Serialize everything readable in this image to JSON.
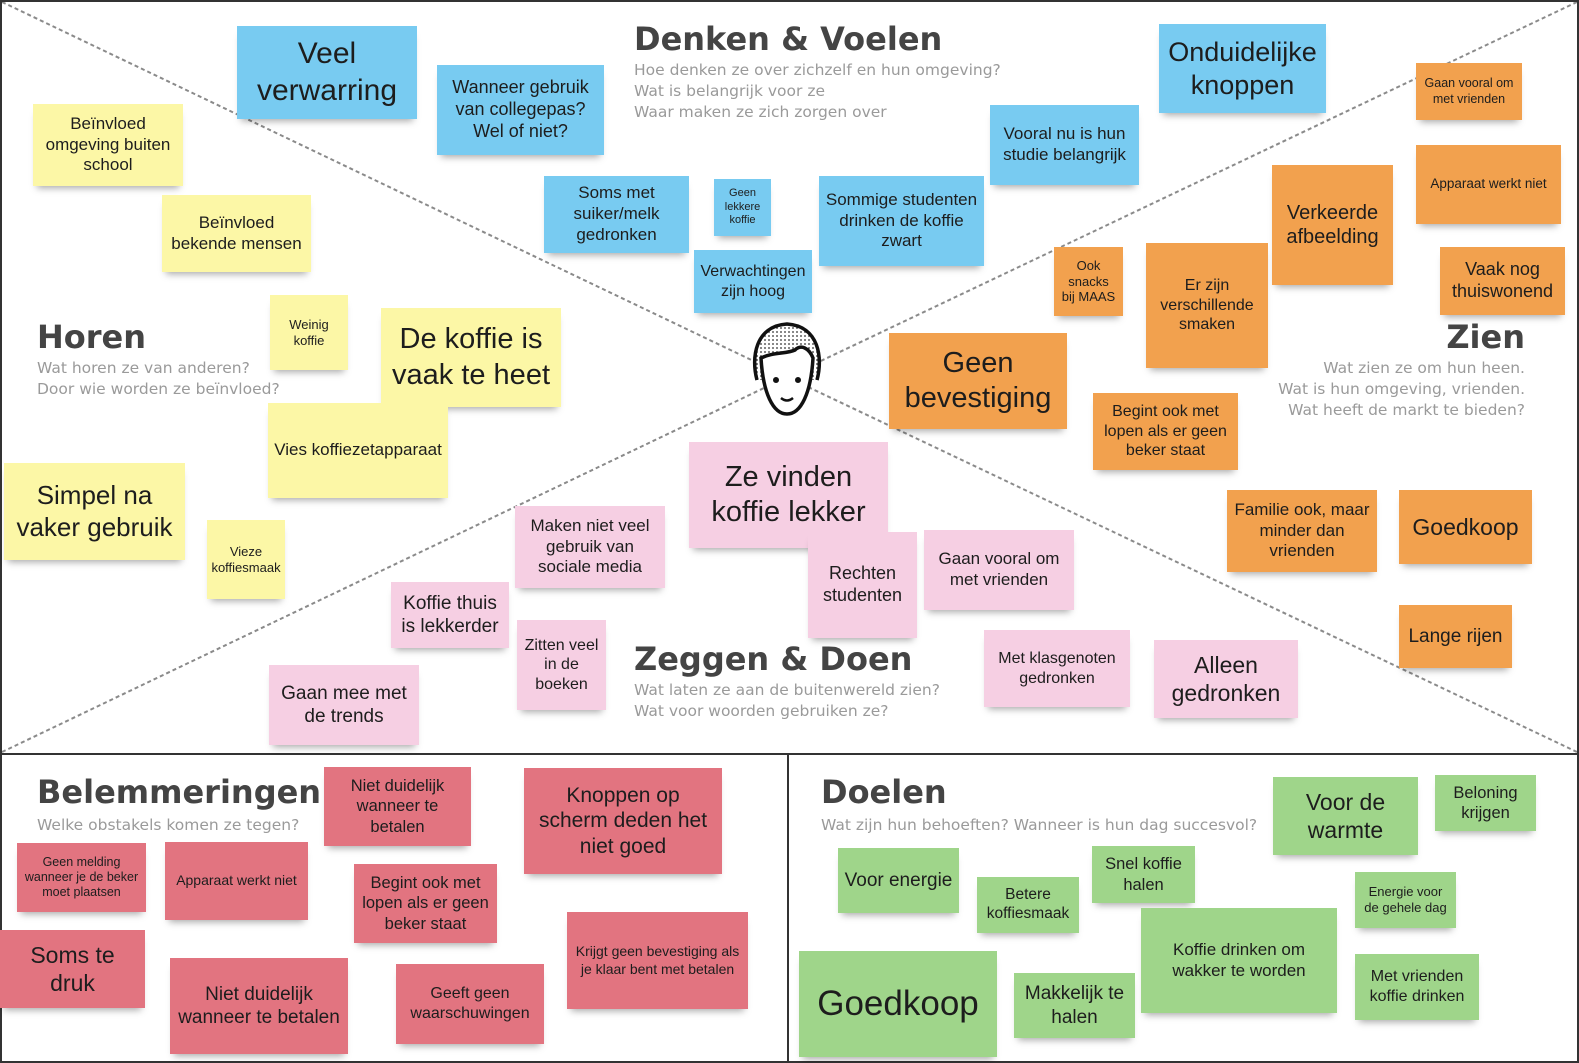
{
  "colors": {
    "yellow": "#fcf7a6",
    "blue": "#78cbf1",
    "orange": "#f2a14e",
    "pink": "#f6cfe3",
    "red": "#e27480",
    "green": "#9fd58a"
  },
  "icons": {
    "center": "person-face-icon"
  },
  "sections": {
    "denken": {
      "title": "Denken & Voelen",
      "lines": [
        "Hoe denken ze over zichzelf en hun omgeving?",
        "Wat is belangrijk voor ze",
        "Waar maken ze zich zorgen over"
      ]
    },
    "horen": {
      "title": "Horen",
      "lines": [
        "Wat horen ze van anderen?",
        "Door wie worden ze beïnvloed?"
      ]
    },
    "zien": {
      "title": "Zien",
      "lines": [
        "Wat zien ze om hun heen.",
        "Wat is hun omgeving, vrienden.",
        "Wat heeft de markt te bieden?"
      ]
    },
    "zeggen": {
      "title": "Zeggen & Doen",
      "lines": [
        "Wat laten ze aan de buitenwereld zien?",
        "Wat voor woorden gebruiken ze?"
      ]
    },
    "belemmeringen": {
      "title": "Belemmeringen",
      "lines": [
        "Welke obstakels komen ze tegen?"
      ]
    },
    "doelen": {
      "title": "Doelen",
      "lines": [
        "Wat zijn hun behoeften? Wanneer is hun dag succesvol?"
      ]
    }
  },
  "notes": {
    "blue": [
      "Veel verwarring",
      "Wanneer gebruik van collegepas? Wel of niet?",
      "Soms met suiker/melk gedronken",
      "Geen lekkere koffie",
      "Verwachtingen zijn hoog",
      "Sommige studenten drinken de koffie zwart",
      "Vooral nu is hun studie belangrijk",
      "Onduidelijke knoppen"
    ],
    "yellow": [
      "Beïnvloed omgeving buiten school",
      "Beïnvloed bekende mensen",
      "Weinig koffie",
      "De koffie is vaak te heet",
      "Vies koffiezetapparaat",
      "Simpel na vaker gebruik",
      "Vieze koffiesmaak"
    ],
    "orange": [
      "Gaan vooral om met vrienden",
      "Apparaat werkt niet",
      "Verkeerde afbeelding",
      "Vaak nog thuiswonend",
      "Ook snacks bij MAAS",
      "Er zijn verschillende smaken",
      "Geen bevestiging",
      "Begint ook met lopen als er geen beker staat",
      "Familie ook, maar minder dan vrienden",
      "Goedkoop",
      "Lange rijen"
    ],
    "pink": [
      "Ze vinden koffie lekker",
      "Maken niet veel gebruik van sociale media",
      "Koffie thuis is lekkerder",
      "Zitten veel in de boeken",
      "Gaan mee met de trends",
      "Rechten studenten",
      "Gaan vooral om met vrienden",
      "Met klasgenoten gedronken",
      "Alleen gedronken"
    ],
    "red": [
      "Niet duidelijk wanneer te betalen",
      "Knoppen op scherm deden het niet goed",
      "Geen melding wanneer je de beker moet plaatsen",
      "Apparaat werkt niet",
      "Begint ook met lopen als er geen beker staat",
      "Krijgt geen bevestiging als je klaar bent met betalen",
      "Soms te druk",
      "Niet duidelijk wanneer te betalen",
      "Geeft geen waarschuwingen"
    ],
    "green": [
      "Voor de warmte",
      "Beloning krijgen",
      "Voor energie",
      "Betere koffiesmaak",
      "Snel koffie halen",
      "Energie voor de gehele dag",
      "Koffie drinken om wakker te worden",
      "Goedkoop",
      "Makkelijk te halen",
      "Met vrienden koffie drinken"
    ]
  }
}
